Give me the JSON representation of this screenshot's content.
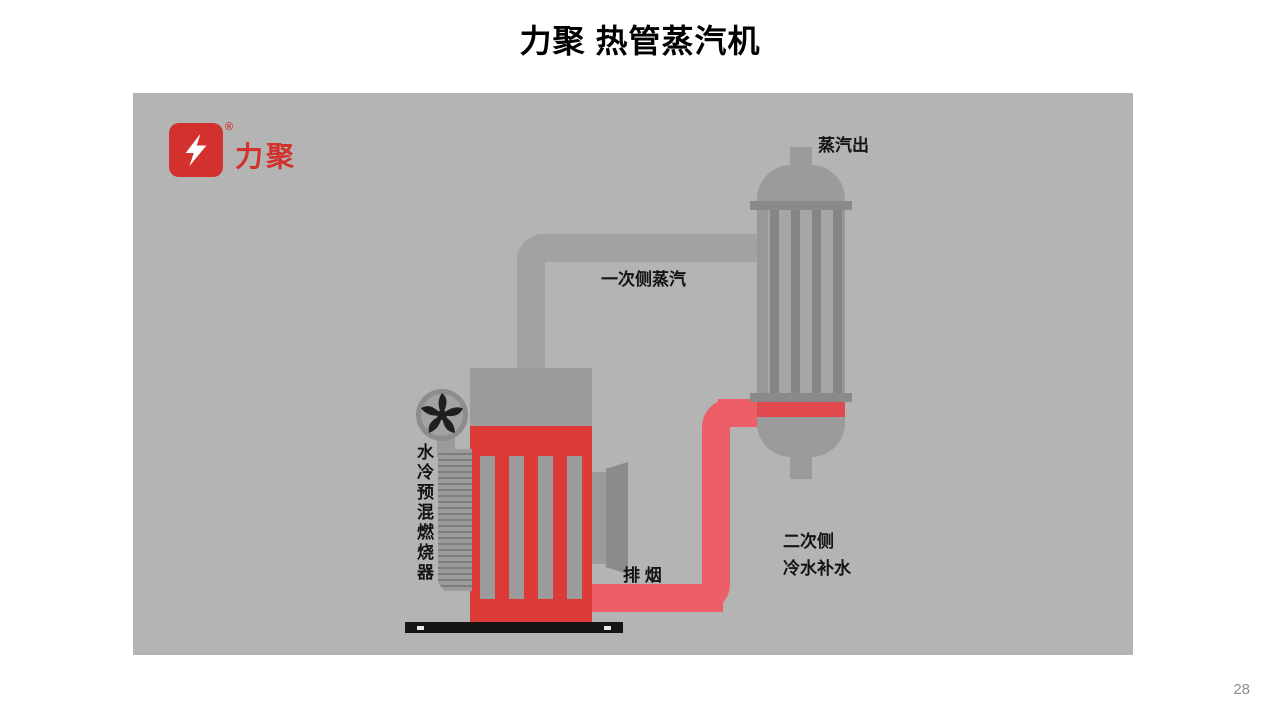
{
  "slide": {
    "title": "力聚 热管蒸汽机",
    "page_number": "28"
  },
  "logo": {
    "brand": "力聚",
    "registered": "®",
    "icon": "lightning-bolt-icon"
  },
  "diagram": {
    "labels": {
      "steam_out": "蒸汽出",
      "primary_steam": "一次侧蒸汽",
      "burner_vertical": "水冷预混燃烧器",
      "exhaust": "排 烟",
      "secondary_water_line1": "二次侧",
      "secondary_water_line2": "冷水补水"
    },
    "icons": {
      "fan": "fan-impeller-icon"
    },
    "colors": {
      "panel_background": "#b4b4b4",
      "machine_gray": "#9b9b9b",
      "dark_gray": "#8a8a8a",
      "brand_red": "#d2312d",
      "hot_red": "#dc3a36",
      "pipe_pink": "#ec5f66",
      "base_black": "#151515"
    }
  }
}
